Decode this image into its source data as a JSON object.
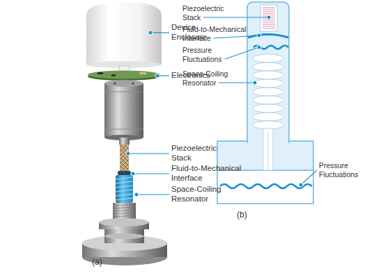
{
  "diagram": {
    "labels": [
      "Device Enclosure",
      "Electronics",
      "Piezoelectric Stack",
      "Fluid-to-Mechanical Interface",
      "Space-Coiling Resonator",
      "(a)",
      "Piezoelectric Stack",
      "Fluid-to-Mechanical Interface",
      "Pressure Fluctuations",
      "Space-Coiling Resonator",
      "Pressure Fluctuations",
      "(b)"
    ]
  }
}
